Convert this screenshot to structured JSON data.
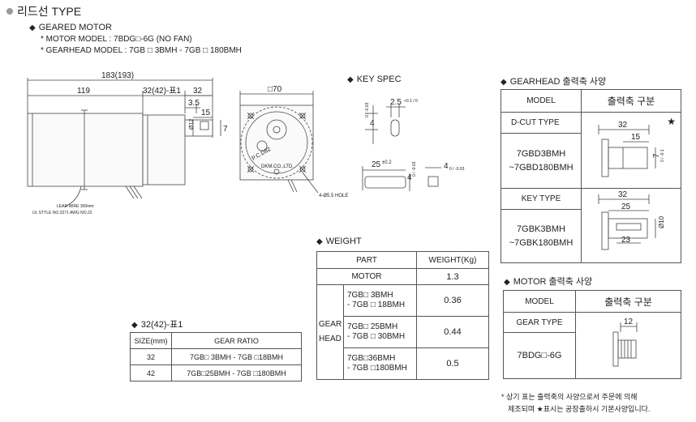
{
  "title": "리드선 TYPE",
  "geared_motor": {
    "heading": "GEARED MOTOR",
    "motor_model": "* MOTOR MODEL : 7BDG□-6G (NO FAN)",
    "gearhead_model": "* GEARHEAD MODEL : 7GB □ 3BMH - 7GB □ 180BMH"
  },
  "drawing": {
    "dim_total": "183(193)",
    "dim_body": "119",
    "dim_shaft_group": "32(42)-표1",
    "dim_shaft": "32",
    "dim_3_5": "3.5",
    "dim_15": "15",
    "dim_phi12": "Ø12",
    "dim_7": "7",
    "dim_square": "□70",
    "dim_pcd": "P.C.D82",
    "maker": "DKM.CO.,LTD.",
    "hole_note": "4-Ø5.5 HOLE",
    "lead_wire_1": "LEAD WIRE 300mm",
    "lead_wire_2": "UL STYLE NO.3271 AWG NO.22"
  },
  "key_spec": {
    "heading": "KEY SPEC",
    "dim_2_5": "2.5",
    "tol_2_5": "+0.1 / 0",
    "dim_4a": "4",
    "tol_4a": "0 / -0.03",
    "dim_25": "25",
    "tol_25": "±0.2",
    "dim_4b": "4",
    "tol_4b": "0 / -0.03",
    "dim_4c": "4",
    "tol_4c": "0 / -0.03"
  },
  "gearhead_spec": {
    "heading": "GEARHEAD 출력축 사양",
    "col_model": "MODEL",
    "col_spec": "출력축 구분",
    "dcut_type": "D-CUT TYPE",
    "dcut_models_1": "7GBD3BMH",
    "dcut_models_2": "~7GBD180BMH",
    "dcut_dim_32": "32",
    "dcut_dim_15": "15",
    "dcut_dim_7": "7",
    "dcut_tol_7": "0 / -0.1",
    "star": "★",
    "key_type": "KEY TYPE",
    "key_models_1": "7GBK3BMH",
    "key_models_2": "~7GBK180BMH",
    "key_dim_32": "32",
    "key_dim_25": "25",
    "key_dim_23": "23",
    "key_dim_phi10": "Ø10"
  },
  "weight": {
    "heading": "WEIGHT",
    "col_part": "PART",
    "col_weight": "WEIGHT(Kg)",
    "motor_label": "MOTOR",
    "motor_value": "1.3",
    "gear_label_1": "GEAR",
    "gear_label_2": "HEAD",
    "rows": [
      {
        "line1": "7GB□ 3BMH",
        "line2": "- 7GB □ 18BMH",
        "value": "0.36"
      },
      {
        "line1": "7GB□ 25BMH",
        "line2": "- 7GB □ 30BMH",
        "value": "0.44"
      },
      {
        "line1": "7GB□36BMH",
        "line2": "- 7GB □180BMH",
        "value": "0.5"
      }
    ]
  },
  "gear_ratio": {
    "heading": "32(42)-표1",
    "col_size": "SIZE(mm)",
    "col_ratio": "GEAR RATIO",
    "rows": [
      {
        "size": "32",
        "ratio": "7GB□ 3BMH - 7GB □18BMH"
      },
      {
        "size": "42",
        "ratio": "7GB□25BMH - 7GB □180BMH"
      }
    ]
  },
  "motor_spec": {
    "heading": "MOTOR 출력축 사양",
    "col_model": "MODEL",
    "col_spec": "출력축 구분",
    "gear_type": "GEAR TYPE",
    "model": "7BDG□-6G",
    "dim_12": "12"
  },
  "notes": {
    "line1": "* 상기 표는 출력축의 사양으로서 주문에 의해",
    "line2": "제조되며 ★표시는 공장출하시 기본사양입니다."
  }
}
